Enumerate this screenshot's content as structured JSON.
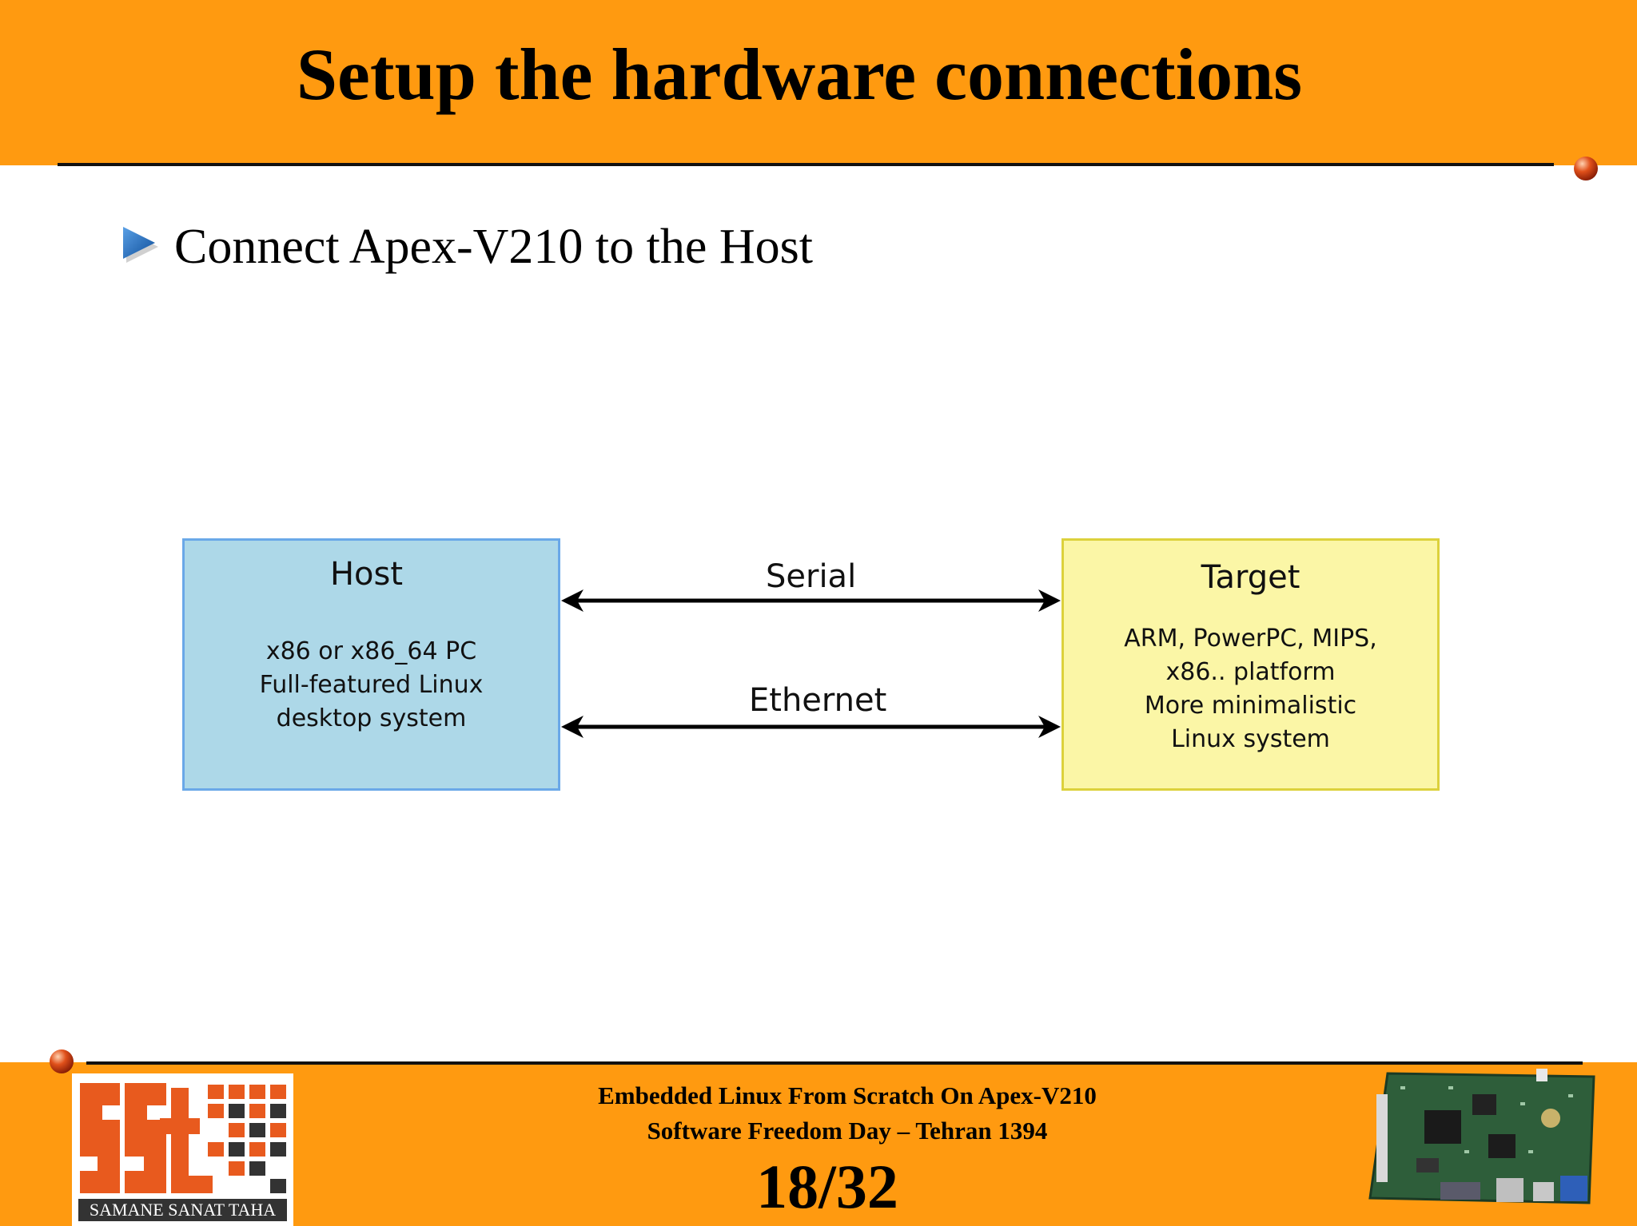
{
  "slide": {
    "title": "Setup the hardware connections",
    "bullet": "Connect Apex-V210 to the Host"
  },
  "diagram": {
    "host": {
      "title": "Host",
      "lines": [
        "x86 or x86_64 PC",
        "Full-featured Linux",
        "desktop system"
      ]
    },
    "target": {
      "title": "Target",
      "lines": [
        "ARM, PowerPC, MIPS,",
        "x86.. platform",
        "More minimalistic",
        "Linux system"
      ]
    },
    "connections": [
      "Serial",
      "Ethernet"
    ]
  },
  "footer": {
    "line1": "Embedded Linux From Scratch On Apex-V210",
    "line2": "Software Freedom Day – Tehran 1394",
    "page": "18/32",
    "logo_caption": "SAMANE SANAT TAHA"
  },
  "colors": {
    "header_orange": "#FF9A10",
    "host_fill": "#ADD8E8",
    "target_fill": "#FBF6A6",
    "bullet_blue": "#1A64B4"
  },
  "icons": {
    "bullet": "blue-triangle-icon",
    "decor": "red-sphere-icon"
  }
}
